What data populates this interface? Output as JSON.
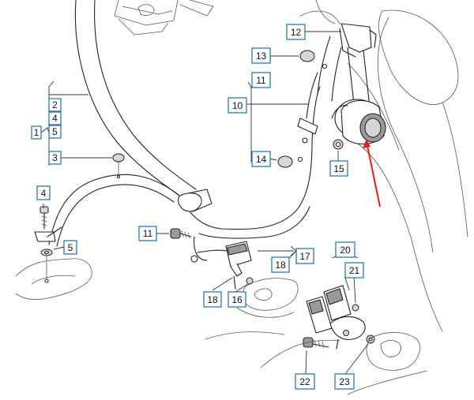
{
  "diagram": {
    "callouts": [
      {
        "id": "c1",
        "label": "1"
      },
      {
        "id": "c2",
        "label": "2"
      },
      {
        "id": "c3",
        "label": "3"
      },
      {
        "id": "c4a",
        "label": "4"
      },
      {
        "id": "c4b",
        "label": "4"
      },
      {
        "id": "c5a",
        "label": "5"
      },
      {
        "id": "c5b",
        "label": "5"
      },
      {
        "id": "c10",
        "label": "10"
      },
      {
        "id": "c11a",
        "label": "11"
      },
      {
        "id": "c11b",
        "label": "11"
      },
      {
        "id": "c12",
        "label": "12"
      },
      {
        "id": "c13",
        "label": "13"
      },
      {
        "id": "c14",
        "label": "14"
      },
      {
        "id": "c15",
        "label": "15"
      },
      {
        "id": "c16",
        "label": "16"
      },
      {
        "id": "c17",
        "label": "17"
      },
      {
        "id": "c18a",
        "label": "18"
      },
      {
        "id": "c18b",
        "label": "18"
      },
      {
        "id": "c20",
        "label": "20"
      },
      {
        "id": "c21",
        "label": "21"
      },
      {
        "id": "c22",
        "label": "22"
      },
      {
        "id": "c23",
        "label": "23"
      }
    ],
    "colors": {
      "callout_border": "#1d6fa5",
      "ink": "#222222",
      "arrow": "#e0201b"
    }
  }
}
